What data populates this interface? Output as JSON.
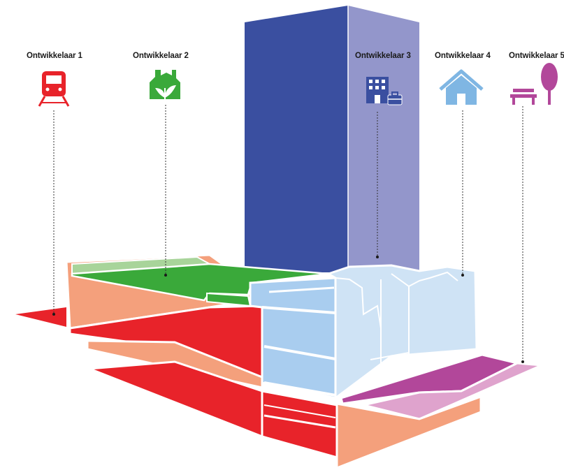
{
  "developers": [
    {
      "id": "dev1",
      "label": "Ontwikkelaar 1",
      "icon": "train-icon",
      "color": "#e8232a"
    },
    {
      "id": "dev2",
      "label": "Ontwikkelaar 2",
      "icon": "green-city-icon",
      "color": "#3aa93a"
    },
    {
      "id": "dev3",
      "label": "Ontwikkelaar 3",
      "icon": "office-building-icon",
      "color": "#3a4fa0"
    },
    {
      "id": "dev4",
      "label": "Ontwikkelaar 4",
      "icon": "house-icon",
      "color": "#7fb6e3"
    },
    {
      "id": "dev5",
      "label": "Ontwikkelaar 5",
      "icon": "bench-tree-icon",
      "color": "#b2479a"
    }
  ],
  "colors": {
    "rail_red": "#e8232a",
    "salmon": "#f4a07c",
    "green": "#3aa93a",
    "light_green": "#a8d49a",
    "tower_blue": "#3a4fa0",
    "tower_lavender": "#9396cb",
    "light_blue": "#a9cdef",
    "pale_blue": "#cfe3f5",
    "magenta": "#b2479a",
    "pink": "#dfa3cd"
  }
}
